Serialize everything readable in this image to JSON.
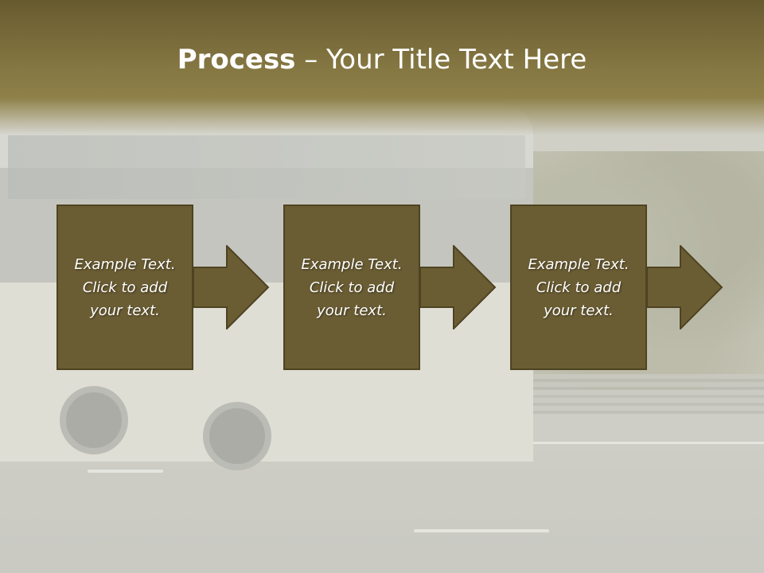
{
  "slide": {
    "title_bold": "Process",
    "title_rest": " – Your Title Text Here"
  },
  "steps": [
    {
      "text": "Example Text.\nClick  to add\nyour text."
    },
    {
      "text": "Example Text.\nClick  to add\nyour text."
    },
    {
      "text": "Example Text.\nClick  to add\nyour text."
    }
  ],
  "colors": {
    "header": "#857742",
    "box_fill": "#6b5d33",
    "box_border": "#4e4321",
    "arrow_fill": "#6b5d33"
  }
}
